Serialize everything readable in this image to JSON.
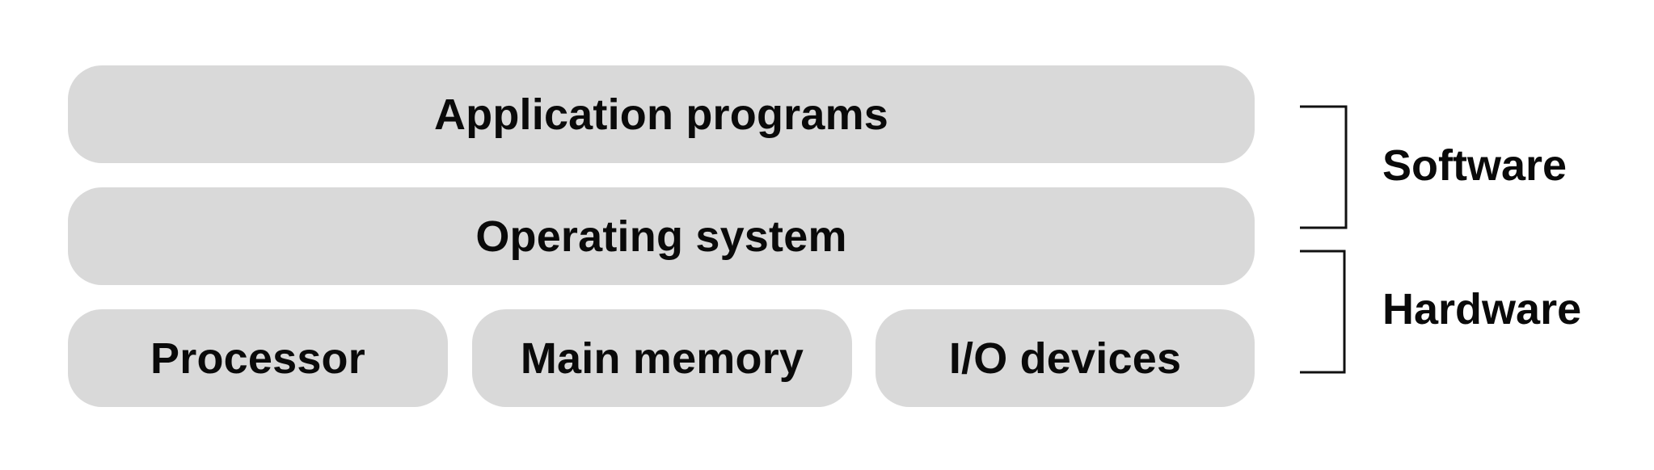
{
  "layers": {
    "application": "Application programs",
    "os": "Operating system",
    "hardware_components": {
      "processor": "Processor",
      "memory": "Main memory",
      "io": "I/O devices"
    }
  },
  "groups": {
    "software": "Software",
    "hardware": "Hardware"
  },
  "colors": {
    "box_fill": "#d9d9d9",
    "text": "#0a0a0a",
    "bracket": "#111111"
  }
}
